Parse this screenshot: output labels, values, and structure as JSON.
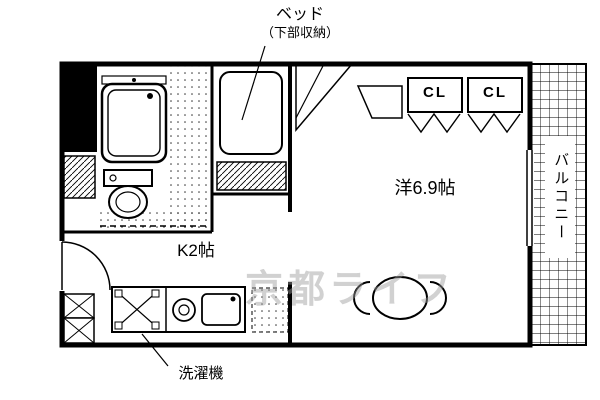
{
  "annotations": {
    "bed_title": "ベッド",
    "bed_subtitle": "（下部収納）",
    "washer_label": "洗濯機"
  },
  "rooms": {
    "kitchen_label": "K2帖",
    "living_label": "洋6.9帖",
    "closet_left_label": "CL",
    "closet_right_label": "CL",
    "balcony_label": "バルコニー"
  },
  "watermark": {
    "text": "京都ライフ"
  },
  "colors": {
    "line": "#000000",
    "background": "#ffffff",
    "watermark_gray": "#9b9b9b"
  }
}
